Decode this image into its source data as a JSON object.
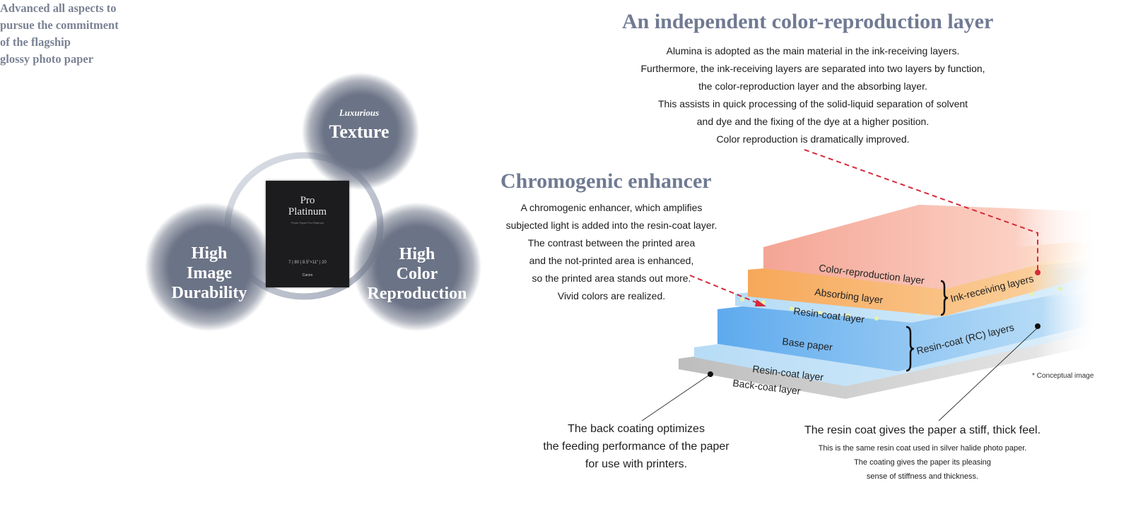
{
  "left_panel": {
    "tagline": [
      "Advanced all aspects to",
      "pursue the commitment",
      "of the flagship",
      "glossy photo paper"
    ],
    "bubbles": {
      "texture": {
        "kicker": "Luxurious",
        "title": "Texture"
      },
      "durability": {
        "lines": [
          "High",
          "Image",
          "Durability"
        ]
      },
      "color": {
        "lines": [
          "High",
          "Color",
          "Reproduction"
        ]
      }
    },
    "product": {
      "title_line1": "Pro",
      "title_line2": "Platinum",
      "subtitle": "Photo Paper Pro Platinum",
      "specs": "7 | 80 | 8.5\"×11\" | 20",
      "brand": "Canon"
    },
    "colors": {
      "bubble": "#6b7386",
      "heading": "#707a92"
    }
  },
  "right_panel": {
    "color_repro": {
      "title": "An independent color-reproduction layer",
      "lines": [
        "Alumina is adopted as the main material in the ink-receiving layers.",
        "Furthermore, the ink-receiving layers are separated into two layers by function,",
        "the color-reproduction layer and the absorbing layer.",
        "This assists in quick processing of the solid-liquid separation of solvent",
        "and dye and the fixing of the dye at a higher position.",
        "Color reproduction is dramatically improved."
      ]
    },
    "chromogenic": {
      "title": "Chromogenic enhancer",
      "lines": [
        "A chromogenic enhancer, which amplifies",
        "subjected light is added into the resin-coat layer.",
        "The contrast between the printed area",
        "and the not-printed area is enhanced,",
        "so the printed area stands out more.",
        "Vivid colors are realized."
      ]
    },
    "layers": {
      "color_reproduction": "Color-reproduction layer",
      "absorbing": "Absorbing layer",
      "resin_top": "Resin-coat layer",
      "base_paper": "Base paper",
      "resin_bottom": "Resin-coat layer",
      "back_coat": "Back-coat layer",
      "group_ink": "Ink-receiving layers",
      "group_rc": "Resin-coat (RC) layers"
    },
    "note": "* Conceptual image",
    "back_coat_caption": [
      "The back coating optimizes",
      "the feeding performance of the paper",
      "for use with printers."
    ],
    "resin_caption": {
      "main": "The resin coat gives the paper a stiff, thick feel.",
      "small": [
        "This is the same resin coat used in silver halide photo paper.",
        "The coating gives the paper its pleasing",
        "sense of stiffness and thickness."
      ]
    },
    "colors": {
      "arrow": "#d62a3a",
      "color_layer": "#f7b9a6",
      "absorbing_layer": "#f9b36a",
      "resin_layer": "#9ccdf2",
      "base_layer": "#6fb6ef",
      "back_layer": "#c9c9c9"
    }
  }
}
